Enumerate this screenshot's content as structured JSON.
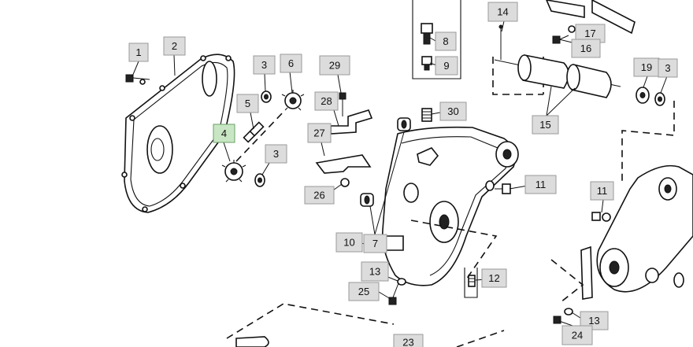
{
  "diagram": {
    "selected_callout": "4",
    "callouts": [
      {
        "id": "c1",
        "label": "1"
      },
      {
        "id": "c2",
        "label": "2"
      },
      {
        "id": "c3a",
        "label": "3"
      },
      {
        "id": "c6",
        "label": "6"
      },
      {
        "id": "c5",
        "label": "5"
      },
      {
        "id": "c4",
        "label": "4"
      },
      {
        "id": "c3b",
        "label": "3"
      },
      {
        "id": "c29",
        "label": "29"
      },
      {
        "id": "c28",
        "label": "28"
      },
      {
        "id": "c27",
        "label": "27"
      },
      {
        "id": "c26",
        "label": "26"
      },
      {
        "id": "c8",
        "label": "8"
      },
      {
        "id": "c9",
        "label": "9"
      },
      {
        "id": "c14",
        "label": "14"
      },
      {
        "id": "c17",
        "label": "17"
      },
      {
        "id": "c16",
        "label": "16"
      },
      {
        "id": "c15",
        "label": "15"
      },
      {
        "id": "c19",
        "label": "19"
      },
      {
        "id": "c3c",
        "label": "3"
      },
      {
        "id": "c30",
        "label": "30"
      },
      {
        "id": "c11a",
        "label": "11"
      },
      {
        "id": "c11b",
        "label": "11"
      },
      {
        "id": "c10",
        "label": "10"
      },
      {
        "id": "c7",
        "label": "7"
      },
      {
        "id": "c13a",
        "label": "13"
      },
      {
        "id": "c25",
        "label": "25"
      },
      {
        "id": "c12",
        "label": "12"
      },
      {
        "id": "c13b",
        "label": "13"
      },
      {
        "id": "c24",
        "label": "24"
      },
      {
        "id": "c23",
        "label": "23"
      }
    ]
  }
}
